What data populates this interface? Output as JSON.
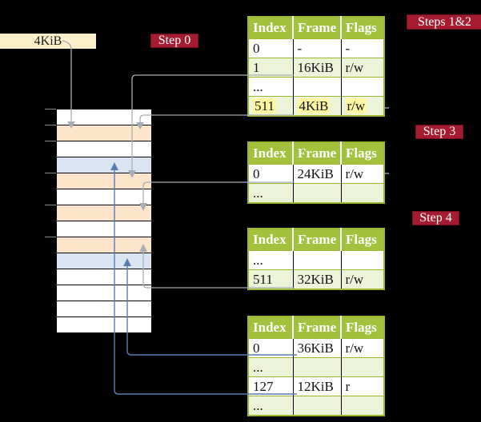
{
  "colors": {
    "background": "#000000",
    "crimson": "#a51c30",
    "crimson_border": "#70101f",
    "olive": "#a3c13c",
    "olive_border": "#9cb832",
    "row_green": "#edf3d9",
    "row_white": "#ffffff",
    "peach": "#fde5cc",
    "page_blue": "#dae4f2",
    "cream": "#fcf0ca",
    "yellow_highlight": "#fdf6a3",
    "arrow_gray": "#a9aeb4",
    "arrow_blue": "#5b7cb0",
    "tick_gray": "#8a8a8a"
  },
  "frame_box": {
    "label": "4KiB"
  },
  "badges": {
    "step0": "Step 0",
    "steps12": "Steps 1&2",
    "step3": "Step 3",
    "step4": "Step 4"
  },
  "memory": {
    "rows": [
      {
        "kind": "free"
      },
      {
        "kind": "table"
      },
      {
        "kind": "free"
      },
      {
        "kind": "page"
      },
      {
        "kind": "table"
      },
      {
        "kind": "free"
      },
      {
        "kind": "table"
      },
      {
        "kind": "free"
      },
      {
        "kind": "table"
      },
      {
        "kind": "page"
      },
      {
        "kind": "free"
      },
      {
        "kind": "free"
      },
      {
        "kind": "free"
      },
      {
        "kind": "free"
      }
    ],
    "tick_offsets": [
      0,
      20,
      40,
      80,
      120,
      160
    ]
  },
  "tables": [
    {
      "name": "page-table-steps-1-2",
      "headers": [
        "Index",
        "Frame",
        "Flags"
      ],
      "rows": [
        {
          "cells": [
            "0",
            "-",
            "-"
          ],
          "shade": false,
          "highlight": false
        },
        {
          "cells": [
            "1",
            "16KiB",
            "r/w"
          ],
          "shade": true,
          "highlight": false
        },
        {
          "cells": [
            "...",
            "",
            ""
          ],
          "shade": false,
          "highlight": false
        },
        {
          "cells": [
            "511",
            "4KiB",
            "r/w"
          ],
          "shade": true,
          "highlight": true
        }
      ]
    },
    {
      "name": "page-table-step-3",
      "headers": [
        "Index",
        "Frame",
        "Flags"
      ],
      "rows": [
        {
          "cells": [
            "0",
            "24KiB",
            "r/w"
          ],
          "shade": false,
          "highlight": false
        },
        {
          "cells": [
            "...",
            "",
            ""
          ],
          "shade": true,
          "highlight": false
        }
      ]
    },
    {
      "name": "page-table-step-4",
      "headers": [
        "Index",
        "Frame",
        "Flags"
      ],
      "rows": [
        {
          "cells": [
            "...",
            "",
            ""
          ],
          "shade": false,
          "highlight": false
        },
        {
          "cells": [
            "511",
            "32KiB",
            "r/w"
          ],
          "shade": true,
          "highlight": false
        }
      ]
    },
    {
      "name": "page-table-final",
      "headers": [
        "Index",
        "Frame",
        "Flags"
      ],
      "rows": [
        {
          "cells": [
            "0",
            "36KiB",
            "r/w"
          ],
          "shade": false,
          "highlight": false
        },
        {
          "cells": [
            "...",
            "",
            ""
          ],
          "shade": true,
          "highlight": false
        },
        {
          "cells": [
            "127",
            "12KiB",
            "r"
          ],
          "shade": false,
          "highlight": false
        },
        {
          "cells": [
            "...",
            "",
            ""
          ],
          "shade": true,
          "highlight": false
        }
      ]
    }
  ]
}
